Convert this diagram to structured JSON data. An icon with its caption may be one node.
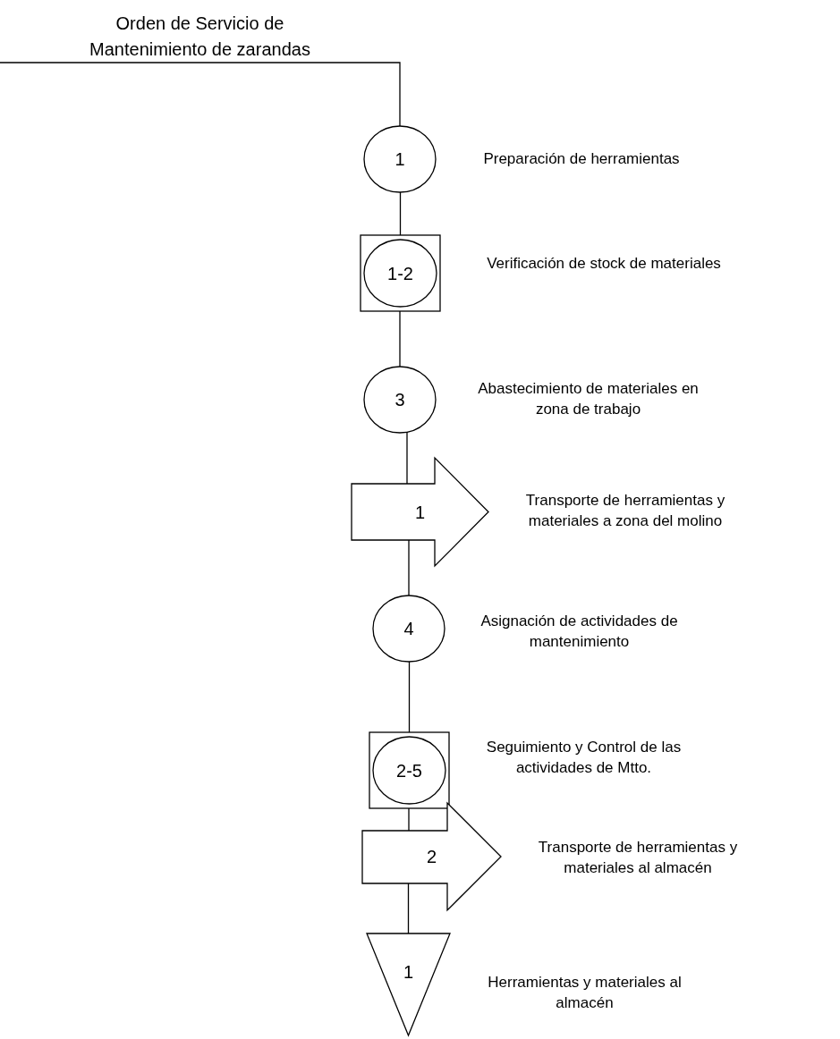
{
  "diagram": {
    "nodes": [
      {
        "text": [
          "Orden de Servicio de Mantenimiento de zarandas"
        ]
      },
      {
        "text": [
          "1"
        ],
        "beside": [
          "Preparación de herramientas"
        ]
      },
      {
        "text": [
          "1-2"
        ],
        "beside": [
          "Verificación de stock de materiales"
        ]
      },
      {
        "text": [
          "3"
        ],
        "beside": [
          "Abastecimiento de materiales en zona de trabajo"
        ]
      },
      {
        "text": [
          "1"
        ],
        "beside": [
          "Transporte de herramientas y materiales a zona del molino"
        ]
      },
      {
        "text": [
          "4"
        ],
        "beside": [
          "Asignación de actividades de mantenimiento"
        ]
      },
      {
        "text": [
          "2-5"
        ],
        "beside": [
          "Seguimiento y Control de las actividades de Mtto."
        ]
      },
      {
        "text": [
          "2"
        ],
        "beside": [
          "Transporte de herramientas y materiales al almacén"
        ]
      },
      {
        "text": [
          "1"
        ],
        "beside": [
          "Herramientas y materiales al almacén"
        ]
      }
    ],
    "edges": [
      {
        "from": 0,
        "to": 1,
        "arrow": "none"
      },
      {
        "from": 1,
        "to": 2,
        "arrow": "none"
      },
      {
        "from": 2,
        "to": 3,
        "arrow": "none"
      },
      {
        "from": 3,
        "to": 4,
        "arrow": "none"
      },
      {
        "from": 4,
        "to": 5,
        "arrow": "none"
      },
      {
        "from": 5,
        "to": 6,
        "arrow": "none"
      },
      {
        "from": 6,
        "to": 7,
        "arrow": "none"
      },
      {
        "from": 7,
        "to": 8,
        "arrow": "none"
      }
    ]
  }
}
